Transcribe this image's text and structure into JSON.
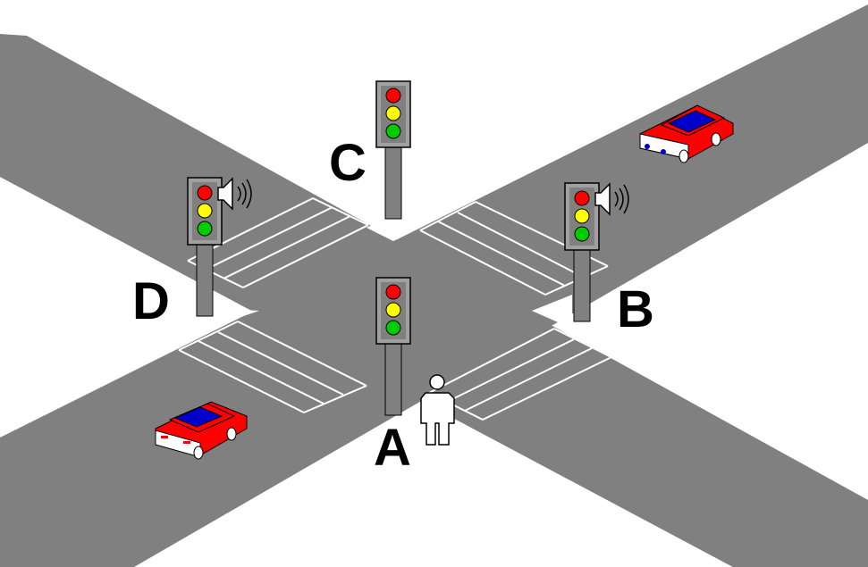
{
  "labels": {
    "a": "A",
    "b": "B",
    "c": "C",
    "d": "D"
  },
  "colors": {
    "road": "#808080",
    "crosswalk": "#ffffff",
    "light_red": "#ff0000",
    "light_yellow": "#ffff00",
    "light_green": "#00cc00",
    "car_body": "#ff0000",
    "car_roof": "#0000cc",
    "pole": "#808080"
  },
  "icons": {
    "sound": "speaker-icon",
    "pedestrian": "pedestrian-icon",
    "car": "car-icon",
    "traffic_light": "traffic-light-icon"
  }
}
